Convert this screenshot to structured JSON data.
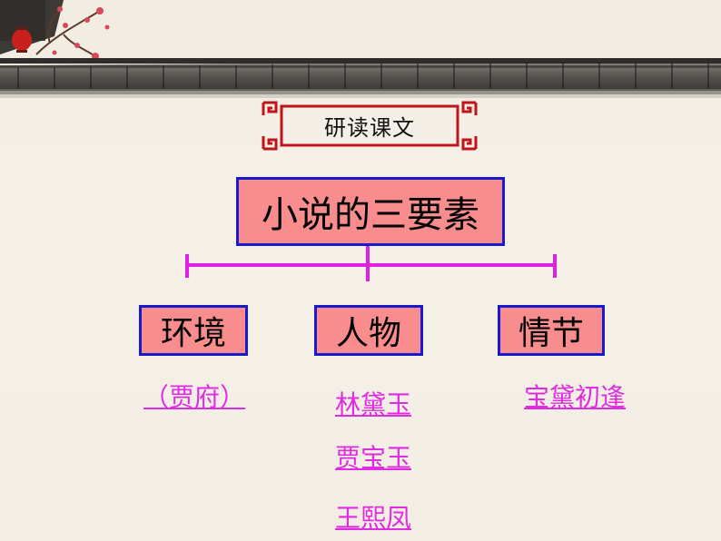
{
  "title": "研读课文",
  "main_node": "小说的三要素",
  "elements": [
    {
      "label": "环境"
    },
    {
      "label": "人物"
    },
    {
      "label": "情节"
    }
  ],
  "links": {
    "environment": "（贾府）",
    "characters": [
      "林黛玉",
      "贾宝玉",
      "王熙凤"
    ],
    "plot": "宝黛初逢"
  },
  "colors": {
    "box_fill": "#f98c8c",
    "box_border": "#1a1acc",
    "connector": "#e020e0",
    "link": "#e02ce0",
    "frame": "#c0141c"
  }
}
